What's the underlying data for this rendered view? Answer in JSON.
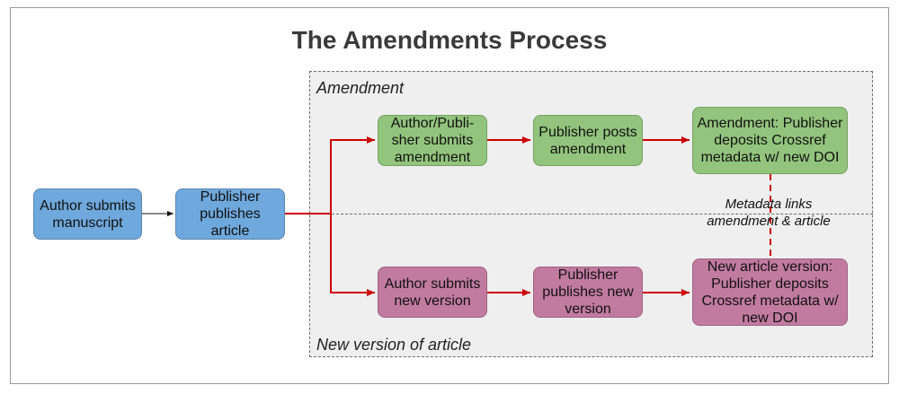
{
  "title": "The Amendments Process",
  "regions": {
    "amendment_label": "Amendment",
    "new_version_label": "New version of article"
  },
  "boxes": {
    "author_submits": "Author submits manuscript",
    "publisher_publishes": "Publisher publishes article",
    "amend_submit": "Author/Publi- sher submits amendment",
    "amend_post": "Publisher posts amendment",
    "amend_deposit": "Amendment: Publisher deposits Crossref metadata w/ new DOI",
    "new_submit": "Author submits new version",
    "new_publish": "Publisher publishes new version",
    "new_deposit": "New article version: Publisher deposits Crossref metadata w/ new DOI"
  },
  "link_note": {
    "line1": "Metadata links",
    "line2": "amendment & article"
  },
  "colors": {
    "blue_box": "#6fa8dc",
    "green_box": "#93c47d",
    "pink_box": "#c27ba0",
    "flow_arrow": "#cc0000",
    "link_dash": "#cc0000"
  }
}
